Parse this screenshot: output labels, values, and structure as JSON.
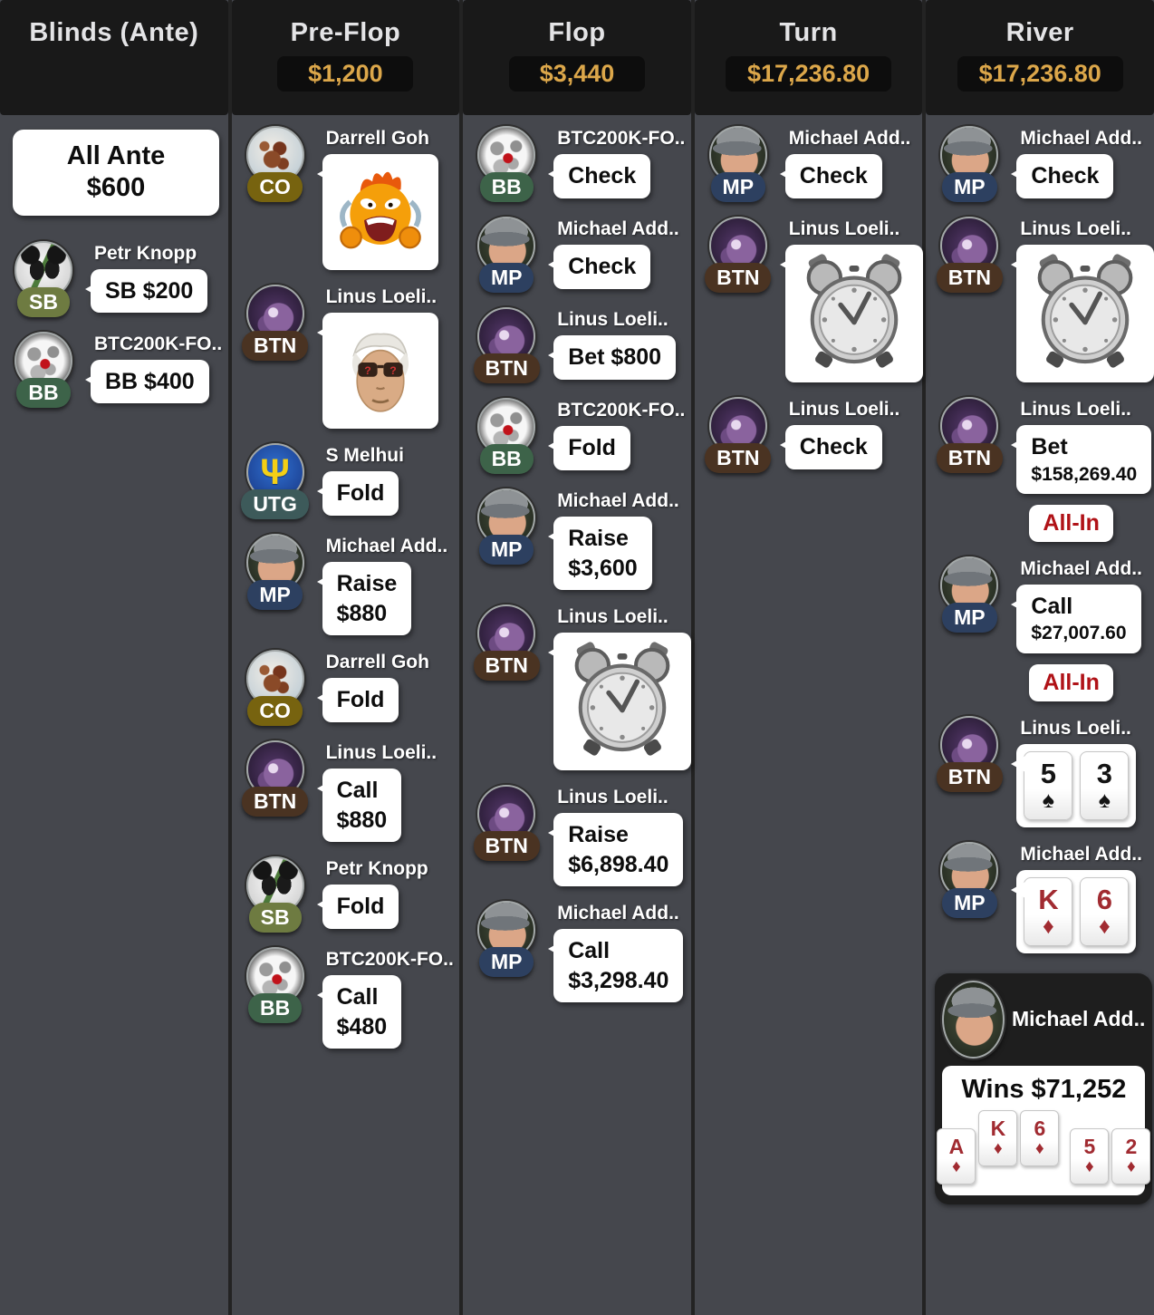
{
  "colors": {
    "pot_gold": "#dca74a",
    "all_in_red": "#b01217",
    "card_red": "#a12b31",
    "card_black": "#141414",
    "badge_colors": {
      "SB": "#6e7b41",
      "BB": "#3d6349",
      "CO": "#77630f",
      "BTN": "#4a3322",
      "MP": "#2d4060",
      "UTG": "#3d5a5a"
    }
  },
  "icons": {
    "rage-emoji": "flaming angry face emoji",
    "disguise-face": "gray-haired face with question-mark sunglasses emoji",
    "alarm-clock": "time-bank alarm clock",
    "ukraine-trident": "Ψ"
  },
  "columns": [
    {
      "id": "blinds",
      "title": "Blinds (Ante)",
      "pot": null,
      "entries": [
        {
          "type": "note",
          "line1": "All Ante",
          "line2": "$600"
        },
        {
          "type": "action",
          "player": "Petr Knopp",
          "avatar": "panda",
          "position": "SB",
          "action": "text",
          "lines": [
            "SB $200"
          ]
        },
        {
          "type": "action",
          "player": "BTC200K-FO..",
          "avatar": "skull",
          "position": "BB",
          "action": "text",
          "lines": [
            "BB $400"
          ]
        }
      ]
    },
    {
      "id": "preflop",
      "title": "Pre-Flop",
      "pot": "$1,200",
      "entries": [
        {
          "type": "action",
          "player": "Darrell Goh",
          "avatar": "planet",
          "position": "CO",
          "action": "emoji",
          "icon": "rage-emoji"
        },
        {
          "type": "action",
          "player": "Linus Loeli..",
          "avatar": "galaxy",
          "position": "BTN",
          "action": "emoji",
          "icon": "disguise-face"
        },
        {
          "type": "action",
          "player": "S Melhui",
          "avatar": "ukraine",
          "position": "UTG",
          "action": "text",
          "lines": [
            "Fold"
          ]
        },
        {
          "type": "action",
          "player": "Michael Add..",
          "avatar": "cap-boy",
          "position": "MP",
          "action": "text",
          "lines": [
            "Raise",
            "$880"
          ]
        },
        {
          "type": "action",
          "player": "Darrell Goh",
          "avatar": "planet",
          "position": "CO",
          "action": "text",
          "lines": [
            "Fold"
          ]
        },
        {
          "type": "action",
          "player": "Linus Loeli..",
          "avatar": "galaxy",
          "position": "BTN",
          "action": "text",
          "lines": [
            "Call",
            "$880"
          ]
        },
        {
          "type": "action",
          "player": "Petr Knopp",
          "avatar": "panda",
          "position": "SB",
          "action": "text",
          "lines": [
            "Fold"
          ]
        },
        {
          "type": "action",
          "player": "BTC200K-FO..",
          "avatar": "skull",
          "position": "BB",
          "action": "text",
          "lines": [
            "Call",
            "$480"
          ]
        }
      ]
    },
    {
      "id": "flop",
      "title": "Flop",
      "pot": "$3,440",
      "entries": [
        {
          "type": "action",
          "player": "BTC200K-FO..",
          "avatar": "skull",
          "position": "BB",
          "action": "text",
          "lines": [
            "Check"
          ]
        },
        {
          "type": "action",
          "player": "Michael Add..",
          "avatar": "cap-boy",
          "position": "MP",
          "action": "text",
          "lines": [
            "Check"
          ]
        },
        {
          "type": "action",
          "player": "Linus Loeli..",
          "avatar": "galaxy",
          "position": "BTN",
          "action": "text",
          "lines": [
            "Bet $800"
          ]
        },
        {
          "type": "action",
          "player": "BTC200K-FO..",
          "avatar": "skull",
          "position": "BB",
          "action": "text",
          "lines": [
            "Fold"
          ]
        },
        {
          "type": "action",
          "player": "Michael Add..",
          "avatar": "cap-boy",
          "position": "MP",
          "action": "text",
          "lines": [
            "Raise",
            "$3,600"
          ]
        },
        {
          "type": "action",
          "player": "Linus Loeli..",
          "avatar": "galaxy",
          "position": "BTN",
          "action": "clock",
          "icon": "alarm-clock"
        },
        {
          "type": "action",
          "player": "Linus Loeli..",
          "avatar": "galaxy",
          "position": "BTN",
          "action": "text",
          "lines": [
            "Raise",
            "$6,898.40"
          ]
        },
        {
          "type": "action",
          "player": "Michael Add..",
          "avatar": "cap-boy",
          "position": "MP",
          "action": "text",
          "lines": [
            "Call",
            "$3,298.40"
          ]
        }
      ]
    },
    {
      "id": "turn",
      "title": "Turn",
      "pot": "$17,236.80",
      "entries": [
        {
          "type": "action",
          "player": "Michael Add..",
          "avatar": "cap-boy",
          "position": "MP",
          "action": "text",
          "lines": [
            "Check"
          ]
        },
        {
          "type": "action",
          "player": "Linus Loeli..",
          "avatar": "galaxy",
          "position": "BTN",
          "action": "clock",
          "icon": "alarm-clock"
        },
        {
          "type": "action",
          "player": "Linus Loeli..",
          "avatar": "galaxy",
          "position": "BTN",
          "action": "text",
          "lines": [
            "Check"
          ]
        }
      ]
    },
    {
      "id": "river",
      "title": "River",
      "pot": "$17,236.80",
      "entries": [
        {
          "type": "action",
          "player": "Michael Add..",
          "avatar": "cap-boy",
          "position": "MP",
          "action": "text",
          "lines": [
            "Check"
          ]
        },
        {
          "type": "action",
          "player": "Linus Loeli..",
          "avatar": "galaxy",
          "position": "BTN",
          "action": "clock",
          "icon": "alarm-clock"
        },
        {
          "type": "action",
          "player": "Linus Loeli..",
          "avatar": "galaxy",
          "position": "BTN",
          "action": "text",
          "lines": [
            "Bet",
            "$158,269.40"
          ],
          "allin": "All-In"
        },
        {
          "type": "action",
          "player": "Michael Add..",
          "avatar": "cap-boy",
          "position": "MP",
          "action": "text",
          "lines": [
            "Call",
            "$27,007.60"
          ],
          "allin": "All-In"
        },
        {
          "type": "action",
          "player": "Linus Loeli..",
          "avatar": "galaxy",
          "position": "BTN",
          "action": "cards",
          "cards": [
            {
              "rank": "5",
              "suit": "spade"
            },
            {
              "rank": "3",
              "suit": "spade"
            }
          ]
        },
        {
          "type": "action",
          "player": "Michael Add..",
          "avatar": "cap-boy",
          "position": "MP",
          "action": "cards",
          "cards": [
            {
              "rank": "K",
              "suit": "diamond"
            },
            {
              "rank": "6",
              "suit": "diamond"
            }
          ]
        },
        {
          "type": "winner",
          "player": "Michael Add..",
          "avatar": "cap-boy",
          "wins": "Wins $71,252",
          "cards": [
            {
              "rank": "A",
              "suit": "diamond",
              "raised": false
            },
            {
              "rank": "K",
              "suit": "diamond",
              "raised": true
            },
            {
              "rank": "6",
              "suit": "diamond",
              "raised": true
            },
            {
              "rank": "5",
              "suit": "diamond",
              "raised": false
            },
            {
              "rank": "2",
              "suit": "diamond",
              "raised": false
            }
          ]
        }
      ]
    }
  ]
}
